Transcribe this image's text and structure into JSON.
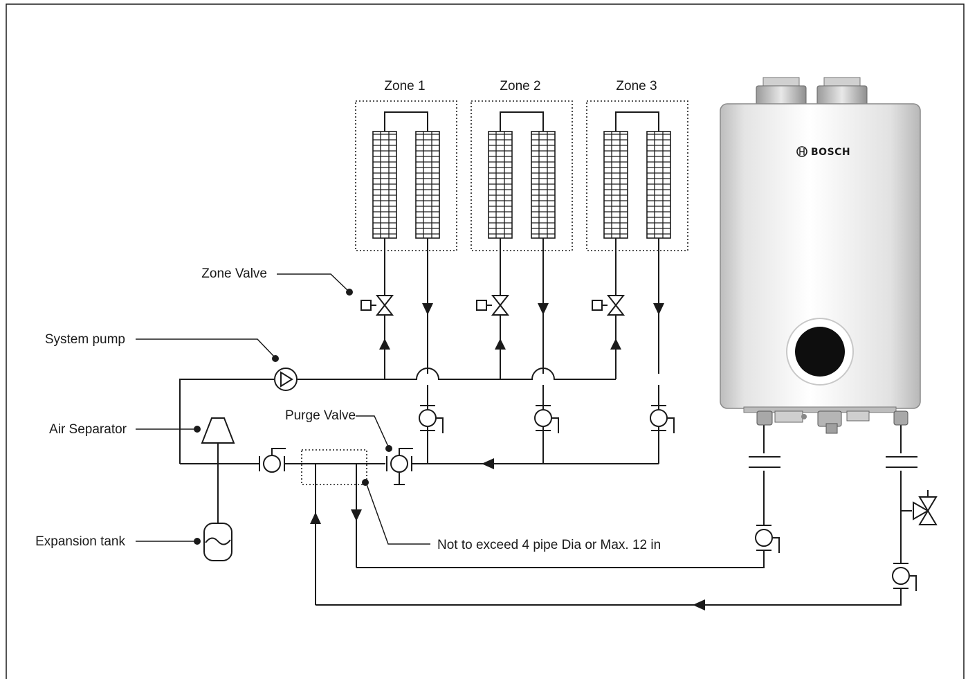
{
  "zones": [
    {
      "label": "Zone 1"
    },
    {
      "label": "Zone 2"
    },
    {
      "label": "Zone 3"
    }
  ],
  "callouts": {
    "zone_valve": "Zone Valve",
    "system_pump": "System pump",
    "air_separator": "Air Separator",
    "expansion_tank": "Expansion tank",
    "purge_valve": "Purge Valve",
    "spacing_note": "Not to exceed 4 pipe Dia or Max. 12 in"
  },
  "boiler": {
    "brand": "BOSCH"
  }
}
